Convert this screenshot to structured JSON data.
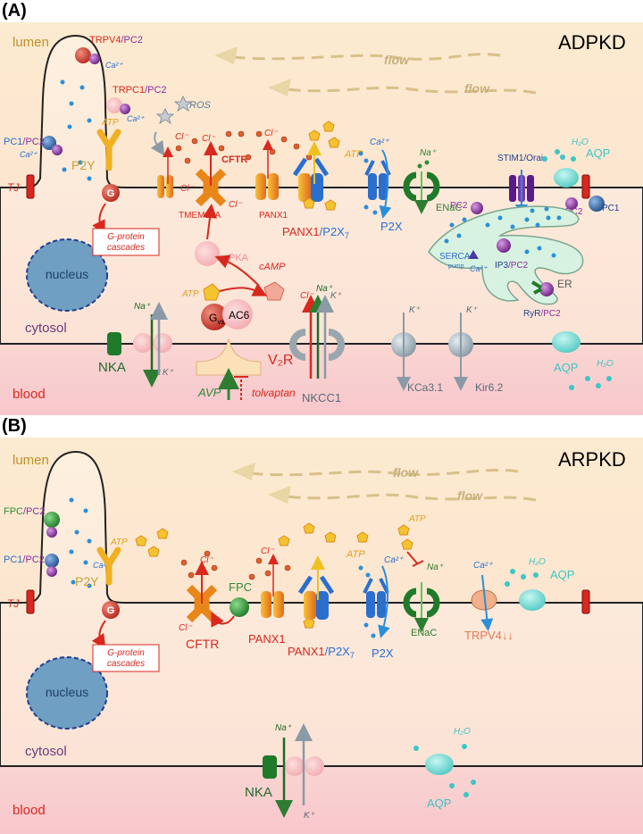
{
  "panel_a": {
    "tag": "(A)",
    "title": "ADPKD",
    "lumen": "lumen",
    "cytosol": "cytosol",
    "blood": "blood",
    "nucleus": "nucleus",
    "flow": "flow",
    "trpv4_a": "TRPV4",
    "trpv4_b": "/PC2",
    "trpc1_a": "TRPC1",
    "trpc1_b": "/PC2",
    "ros": "ROS",
    "pc1pc2_a": "PC1",
    "pc1pc2_b": "/PC2",
    "ca2": "Ca²⁺",
    "atp": "ATP",
    "p2y": "P2Y",
    "g": "G",
    "tj": "TJ",
    "gprotein_1": "G-protein",
    "gprotein_2": "cascades",
    "tmem16a": "TMEM16A",
    "cl": "Cl⁻",
    "cftr": "CFTR",
    "pka": "PKA",
    "camp": "cAMP",
    "panx1": "PANX1",
    "panx1p2x7_a": "PANX1",
    "panx1p2x7_b": "/P2X",
    "panx1p2x7_sub": "7",
    "p2x": "P2X",
    "na": "Na⁺",
    "enac": "ENaC",
    "stim1": "STIM1/Orai",
    "h2o": "H₂O",
    "aqp": "AQP",
    "pc2": "PC2",
    "pc1": "PC1",
    "serca_1": "SERCA",
    "serca_2": "pump",
    "ip3_a": "IP3",
    "ip3_b": "/PC2",
    "er": "ER",
    "ryr_a": "RyR",
    "ryr_b": "/PC2",
    "gvs_g": "G",
    "gvs_sub": "vs",
    "ac6": "AC6",
    "k": "K⁺",
    "nka": "NKA",
    "v2r": "V₂R",
    "avp": "AVP",
    "tolvaptan": "tolvaptan",
    "nkcc1": "NKCC1",
    "kca": "KCa3.1",
    "kir": "Kir6.2"
  },
  "panel_b": {
    "tag": "(B)",
    "title": "ARPKD",
    "lumen": "lumen",
    "cytosol": "cytosol",
    "blood": "blood",
    "nucleus": "nucleus",
    "flow": "flow",
    "fpc_a": "FPC",
    "fpc_b": "/PC2",
    "pc1pc2_a": "PC1",
    "pc1pc2_b": "/PC2",
    "ca2": "Ca²⁺",
    "atp": "ATP",
    "p2y": "P2Y",
    "g": "G",
    "tj": "TJ",
    "gprotein_1": "G-protein",
    "gprotein_2": "cascades",
    "cl": "Cl⁻",
    "cftr": "CFTR",
    "fpc": "FPC",
    "panx1": "PANX1",
    "panx1p2x7_a": "PANX1",
    "panx1p2x7_b": "/P2X",
    "panx1p2x7_sub": "7",
    "p2x": "P2X",
    "na": "Na⁺",
    "enac": "ENaC",
    "trpv4": "TRPV4↓↓",
    "h2o": "H₂O",
    "aqp": "AQP",
    "nka": "NKA",
    "k": "K⁺"
  },
  "colors": {
    "lumen_bg": "#fde9cc",
    "blood_bg": "#f8c9cf",
    "cell_fill": "#fdebd8",
    "nucleus": "#6f9fc2",
    "red": "#d9281e",
    "green": "#2e8b3a",
    "blue": "#2a6fce",
    "purple": "#8a2d9e",
    "orange": "#e08a18",
    "teal": "#3cc6c6",
    "gray": "#8a9aa6"
  }
}
